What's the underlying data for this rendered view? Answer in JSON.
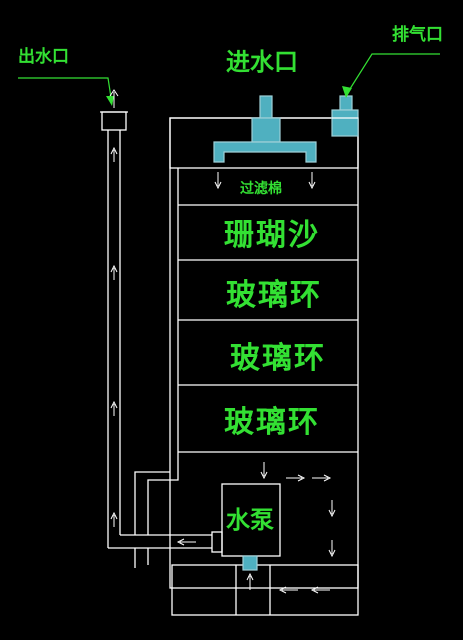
{
  "labels": {
    "outlet": "出水口",
    "inlet": "进水口",
    "vent": "排气口",
    "filter_cotton": "过滤棉",
    "coral_sand": "珊瑚沙",
    "glass_ring_1": "玻璃环",
    "glass_ring_2": "玻璃环",
    "glass_ring_3": "玻璃环",
    "pump": "水泵"
  },
  "colors": {
    "background": "#000000",
    "label": "#33e033",
    "outline": "#ffffff",
    "fitting": "#4fb0c0"
  }
}
